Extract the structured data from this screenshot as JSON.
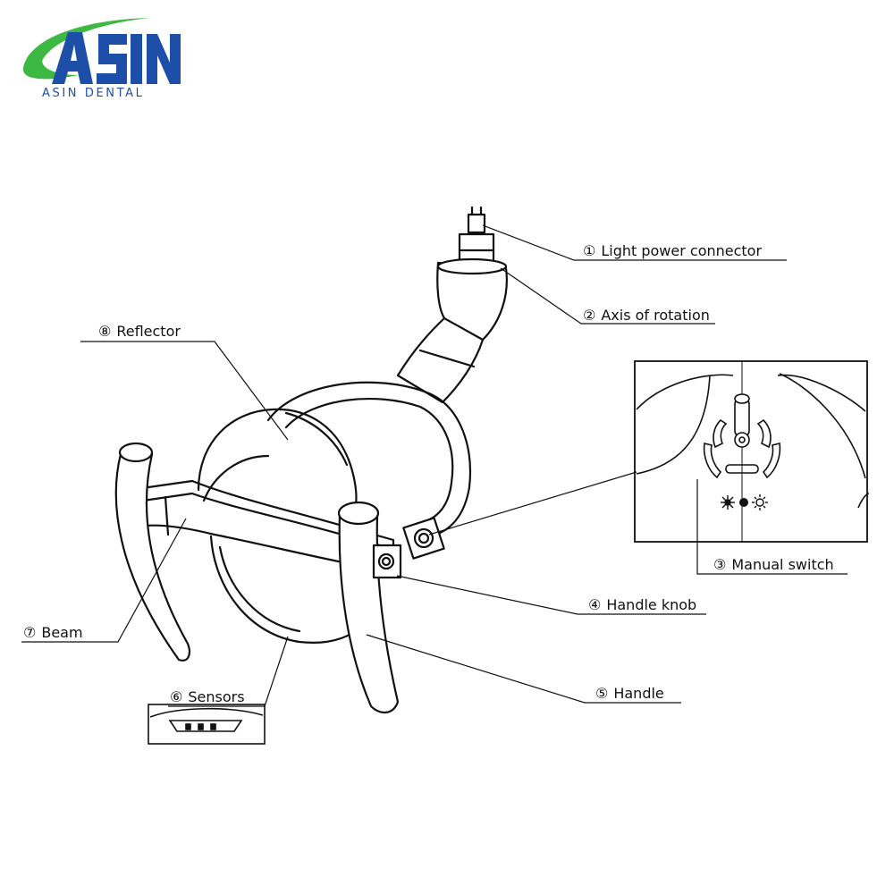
{
  "logo": {
    "mark": "ASIN",
    "subtitle": "ASIN DENTAL",
    "swoosh_color": "#3cb843",
    "text_color": "#1e4fa8"
  },
  "labels": {
    "light_power_connector": {
      "num": "①",
      "text": "Light power connector"
    },
    "axis_of_rotation": {
      "num": "②",
      "text": "Axis of rotation"
    },
    "manual_switch": {
      "num": "③",
      "text": "Manual switch"
    },
    "handle_knob": {
      "num": "④",
      "text": "Handle knob"
    },
    "handle": {
      "num": "⑤",
      "text": "Handle"
    },
    "sensors": {
      "num": "⑥",
      "text": "Sensors"
    },
    "beam": {
      "num": "⑦",
      "text": "Beam"
    },
    "reflector": {
      "num": "⑧",
      "text": "Reflector"
    }
  },
  "icons": {
    "dim_light": "sun-small-icon",
    "bright_light": "sun-large-icon"
  }
}
